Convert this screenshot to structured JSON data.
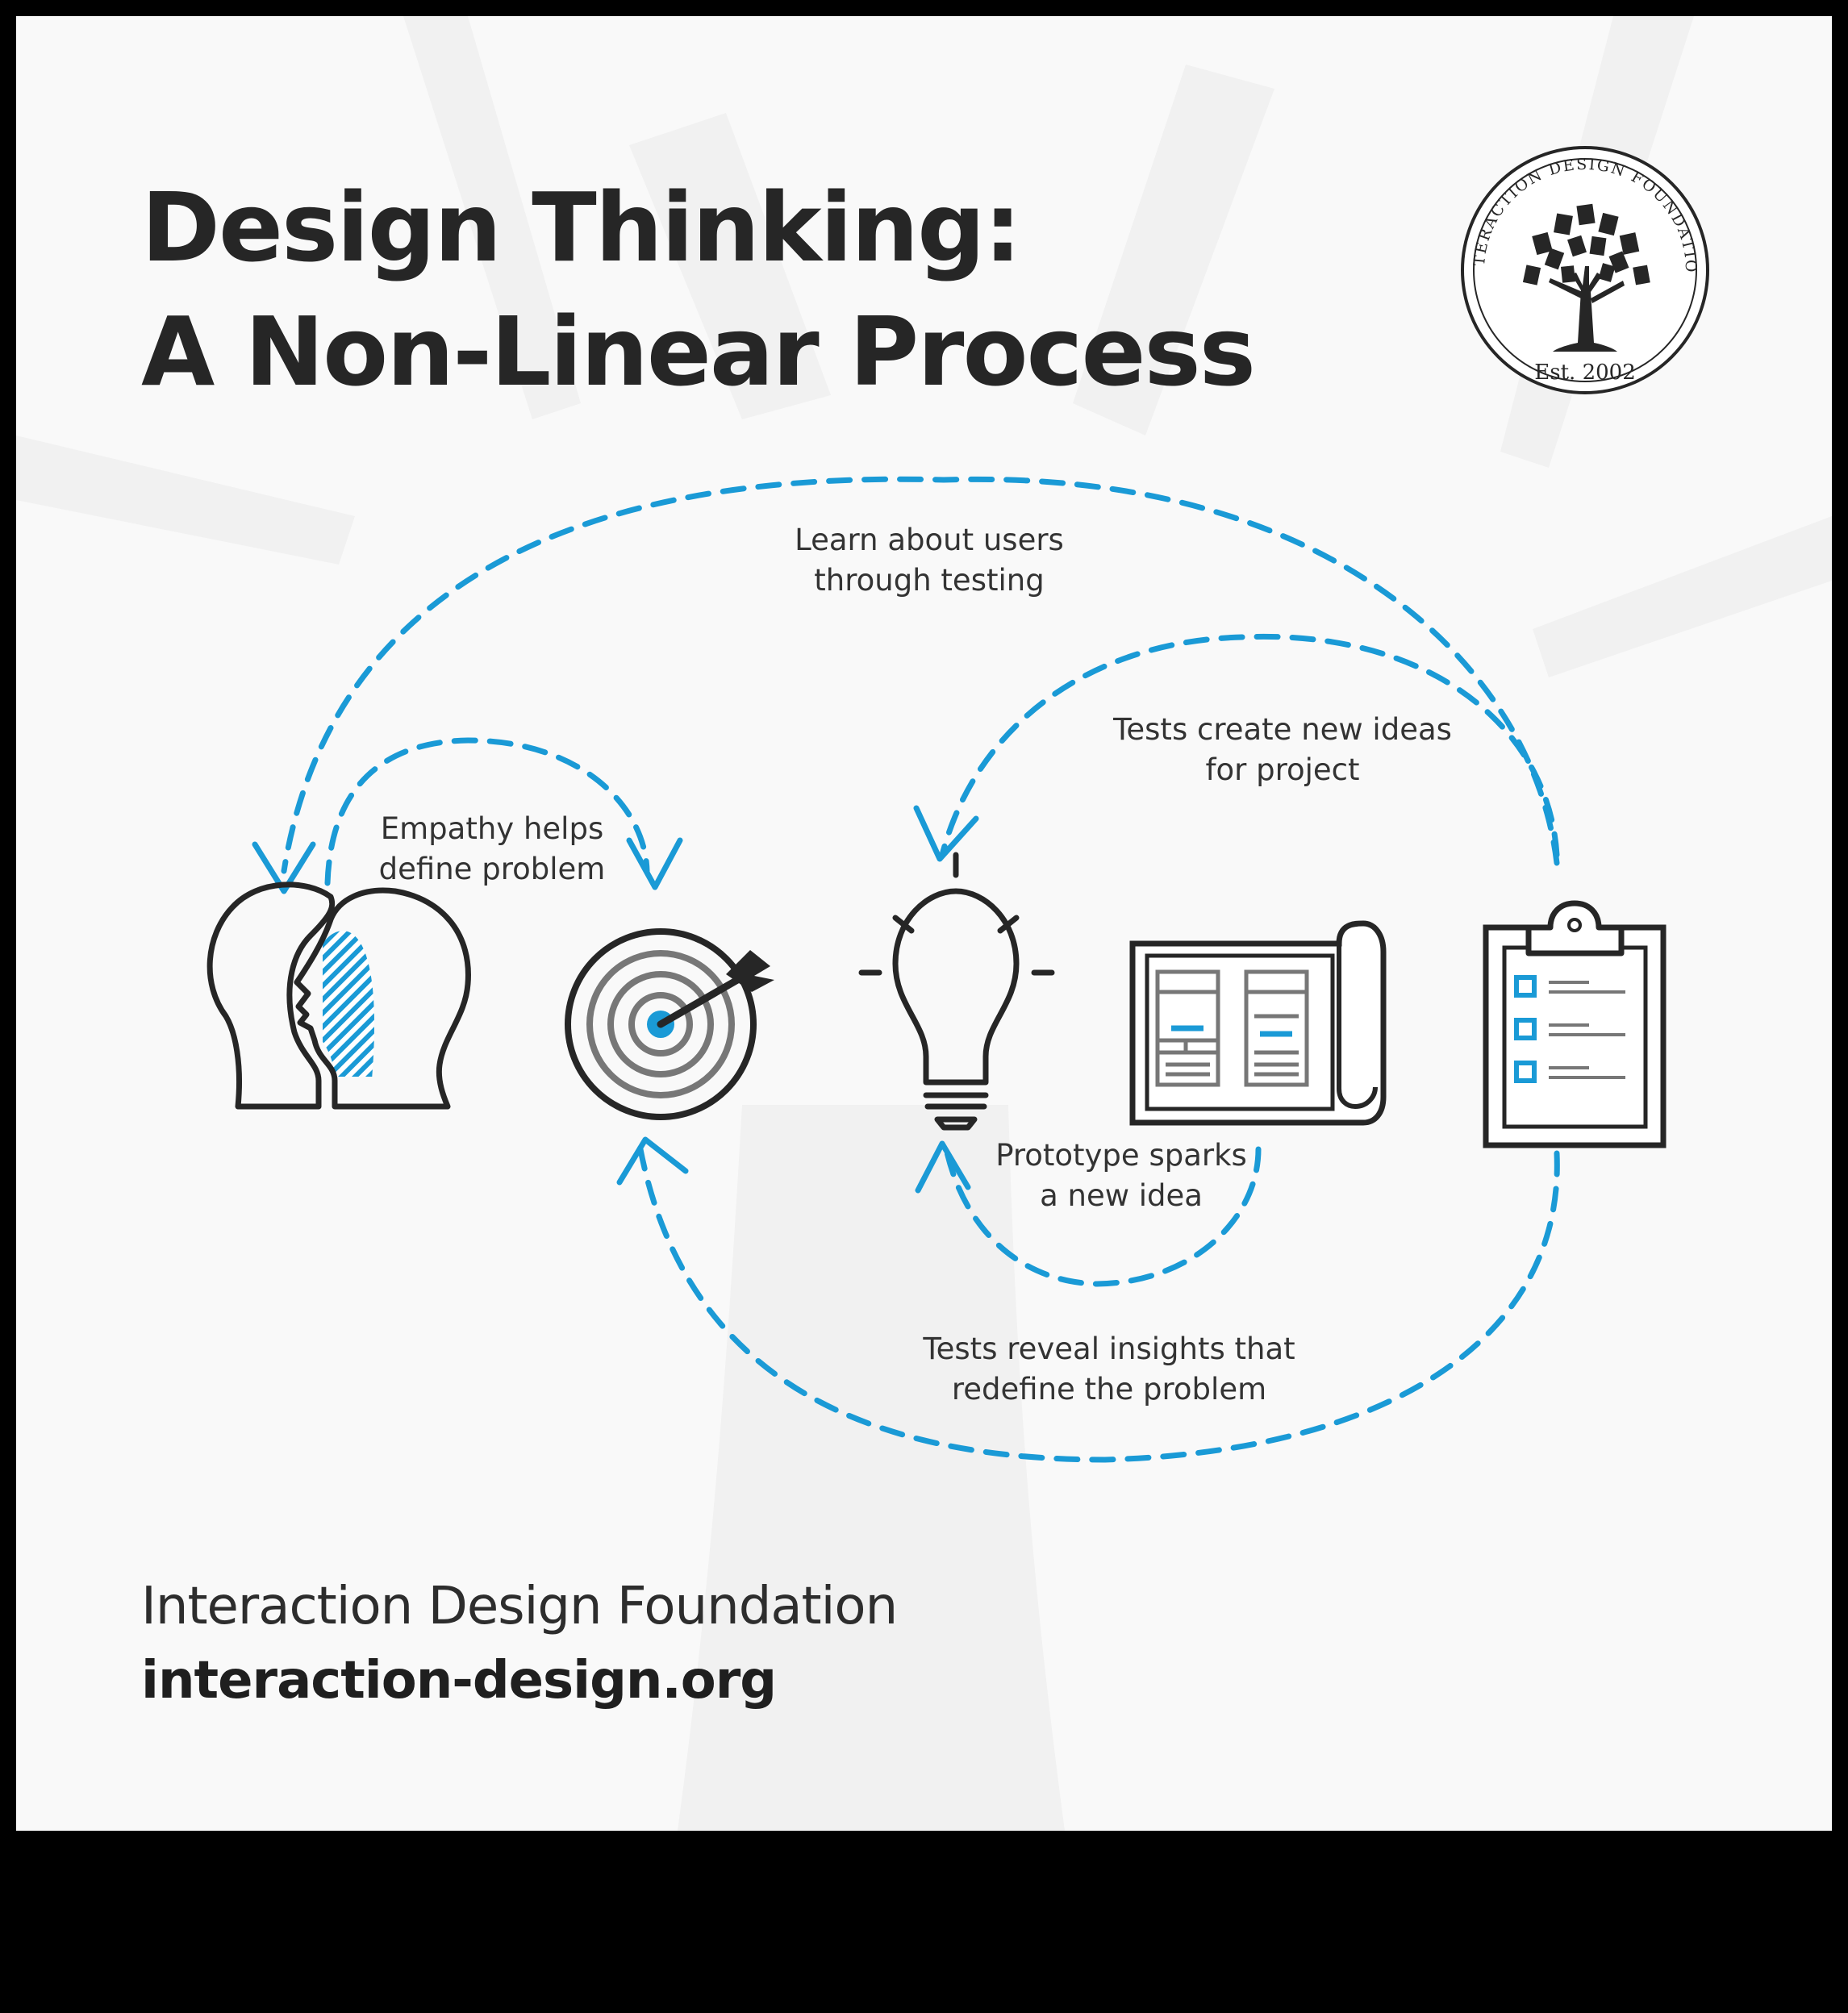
{
  "title": {
    "line1": "Design Thinking:",
    "line2": "A Non-Linear Process"
  },
  "logo": {
    "ring_text": "INTERACTION DESIGN FOUNDATION",
    "established": "Est. 2002",
    "icon": "tree-of-books-icon"
  },
  "stages": [
    {
      "name": "empathize",
      "icon": "two-heads-icon"
    },
    {
      "name": "define",
      "icon": "target-with-arrow-icon"
    },
    {
      "name": "ideate",
      "icon": "lightbulb-icon"
    },
    {
      "name": "prototype",
      "icon": "blueprint-scroll-icon"
    },
    {
      "name": "test",
      "icon": "clipboard-checklist-icon"
    }
  ],
  "connections": [
    {
      "from": "empathize",
      "to": "define",
      "label_lines": [
        "Empathy helps",
        "define problem"
      ]
    },
    {
      "from": "test",
      "to": "empathize",
      "label_lines": [
        "Learn about users",
        "through testing"
      ]
    },
    {
      "from": "test",
      "to": "ideate",
      "label_lines": [
        "Tests create new ideas",
        "for project"
      ]
    },
    {
      "from": "prototype",
      "to": "ideate",
      "label_lines": [
        "Prototype sparks",
        "a new idea"
      ]
    },
    {
      "from": "test",
      "to": "define",
      "label_lines": [
        "Tests reveal insights that",
        "redefine the problem"
      ]
    }
  ],
  "footer": {
    "organization": "Interaction Design Foundation",
    "url": "interaction-design.org"
  },
  "colors": {
    "accent_blue": "#1a9ad6",
    "icon_stroke": "#2a2a2a",
    "background": "#f9f9f9",
    "frame": "#000000"
  }
}
